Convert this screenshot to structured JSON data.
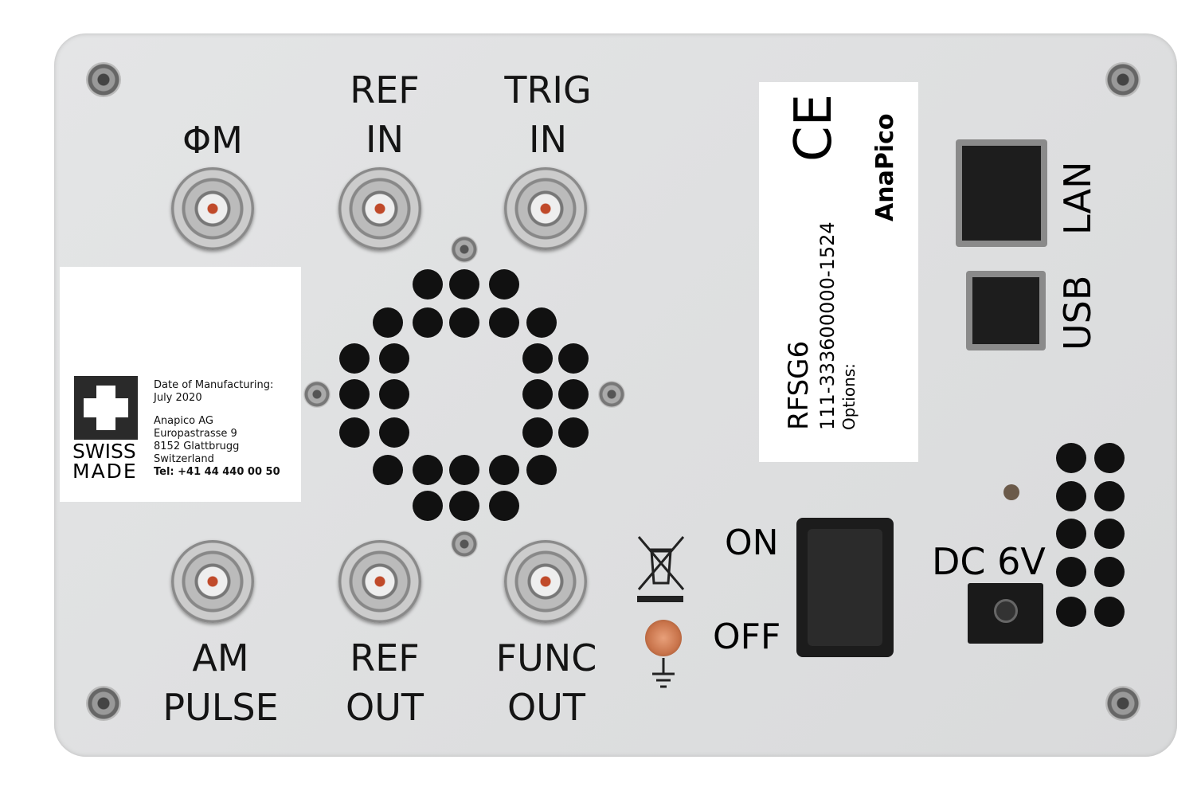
{
  "connectors": {
    "phi_m": "ΦM",
    "ref_in": [
      "REF",
      "IN"
    ],
    "trig_in": [
      "TRIG",
      "IN"
    ],
    "am_pulse": [
      "AM",
      "PULSE"
    ],
    "ref_out": [
      "REF",
      "OUT"
    ],
    "func_out": [
      "FUNC",
      "OUT"
    ]
  },
  "swiss_label": {
    "swiss": "SWISS",
    "made": "MADE",
    "date_title": "Date of Manufacturing:",
    "date": "July 2020",
    "company": "Anapico AG",
    "street": "Europastrasse 9",
    "city": "8152 Glattbrugg",
    "country": "Switzerland",
    "tel": "Tel: +41 44 440 00 50"
  },
  "product_label": {
    "ce": "CE",
    "logo": "AnaPico",
    "model": "RFSG6",
    "serial": "111-333600000-1524",
    "options": "Options:"
  },
  "ports": {
    "lan": "LAN",
    "usb": "USB",
    "dc": "DC 6V"
  },
  "switch": {
    "on": "ON",
    "off": "OFF"
  },
  "colors": {
    "panel": "#dedfe0",
    "copper": "#c8734a"
  }
}
